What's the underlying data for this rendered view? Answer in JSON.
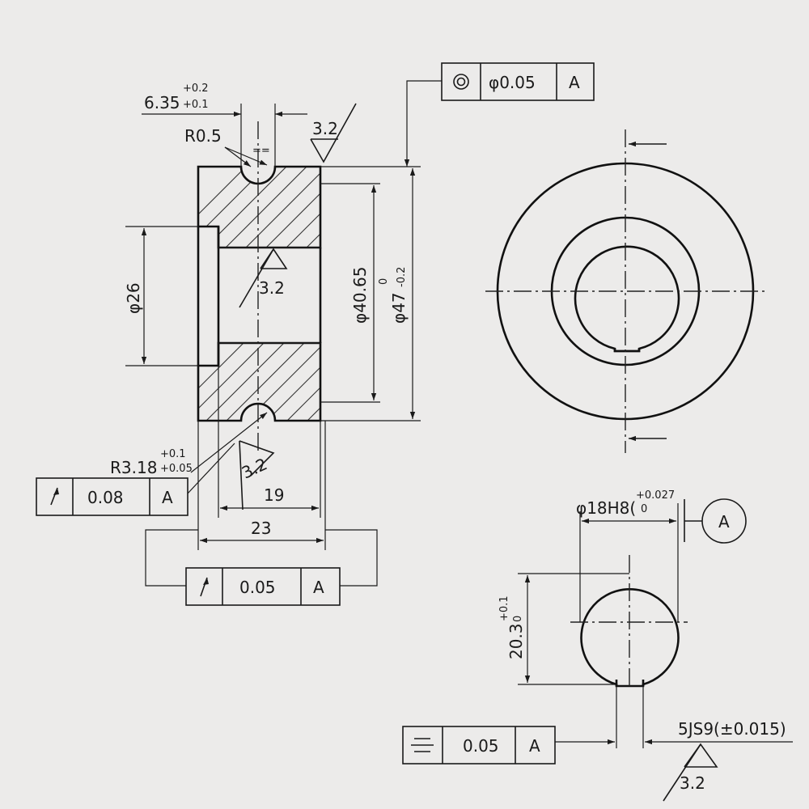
{
  "sheet": {
    "background": "#ecebea",
    "ink": "#1a1a1a"
  },
  "section_view": {
    "groove_width": {
      "base": "6.35",
      "upper": "+0.2",
      "lower": "+0.1"
    },
    "groove_radius": "R0.5",
    "roughness_top": "3.2",
    "roughness_bore": "3.2",
    "roughness_bottom": "3.2",
    "bore_diameter": "φ26",
    "groove_diameter": "φ40.65",
    "outer_diameter": {
      "base": "φ47",
      "upper": "0",
      "lower": "-0.2"
    },
    "groove_bottom_radius": {
      "base": "R3.18",
      "upper": "+0.1",
      "lower": "+0.05"
    },
    "hub_width": "19",
    "total_width": "23",
    "runout_face": {
      "symbol": "runout-icon",
      "tolerance": "0.08",
      "datum": "A"
    },
    "runout_width": {
      "symbol": "runout-icon",
      "tolerance": "0.05",
      "datum": "A"
    },
    "concentricity": {
      "symbol": "concentricity-icon",
      "tolerance": "φ0.05",
      "datum": "A"
    }
  },
  "bore_detail": {
    "bore_fit": {
      "base": "φ18H8(",
      "upper": "+0.027",
      "lower": "0"
    },
    "datum_label": "A",
    "key_depth": {
      "base": "20.3",
      "upper": "+0.1",
      "lower": "0"
    },
    "keyway_width": "5JS9(±0.015)",
    "symmetry": {
      "symbol": "symmetry-icon",
      "tolerance": "0.05",
      "datum": "A"
    },
    "roughness_keyway": "3.2"
  }
}
